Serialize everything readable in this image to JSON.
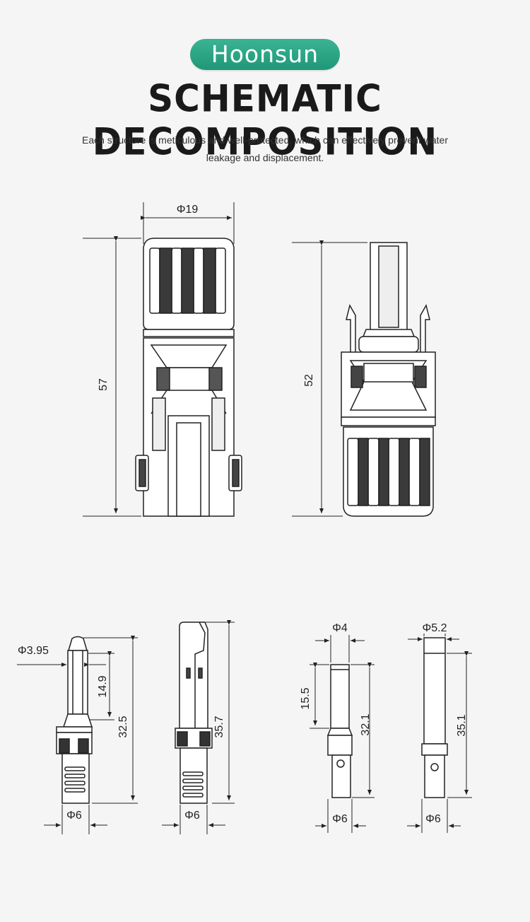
{
  "brand": {
    "logo_text": "Hoonsun",
    "color": "#2aa584"
  },
  "header": {
    "title": "SCHEMATIC DECOMPOSITION",
    "subtitle": "Each structure is meticulous and well-protected, which can effectively prevent water leakage and displacement."
  },
  "dimensions": {
    "connector_a_dia": "Φ19",
    "connector_a_len": "57",
    "connector_b_len": "52",
    "pin1_tip_dia": "Φ3.95",
    "pin1_len_a": "14.9",
    "pin1_len_b": "32.5",
    "pin1_base_dia": "Φ6",
    "pin2_len": "35.7",
    "pin2_base_dia": "Φ6",
    "pin3_top_dia": "Φ4",
    "pin3_len_a": "15.5",
    "pin3_len_b": "32.1",
    "pin3_base_dia": "Φ6",
    "pin4_top_dia": "Φ5.2",
    "pin4_len": "35.1",
    "pin4_base_dia": "Φ6"
  }
}
